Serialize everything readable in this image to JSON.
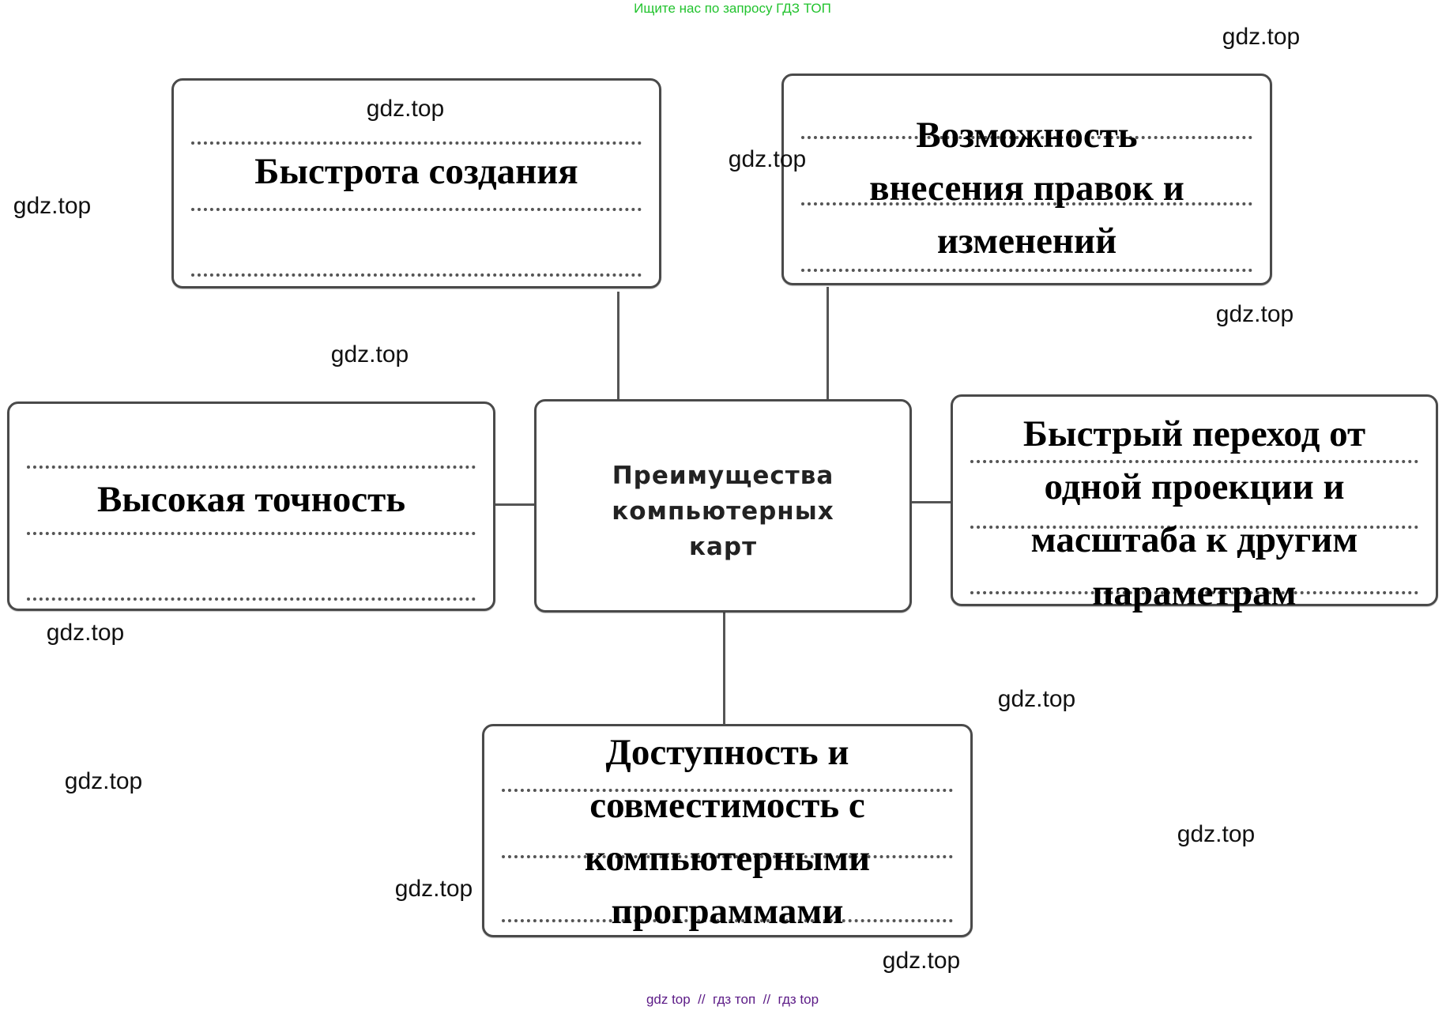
{
  "header": {
    "search_hint": "Ищите нас по запросу ГДЗ ТОП"
  },
  "diagram": {
    "center": {
      "lines": [
        "Преимущества",
        "компьютерных",
        "карт"
      ]
    },
    "boxes": {
      "top_left": {
        "lines": [
          "Быстрота создания"
        ]
      },
      "top_right": {
        "lines": [
          "Возможность",
          "внесения правок и",
          "изменений"
        ]
      },
      "left": {
        "lines": [
          "Высокая точность"
        ]
      },
      "right": {
        "lines": [
          "Быстрый переход от",
          "одной проекции и",
          "масштаба к другим",
          "параметрам"
        ]
      },
      "bottom": {
        "lines": [
          "Доступность и",
          "совместимость с",
          "компьютерными",
          "программами"
        ]
      }
    }
  },
  "watermarks": [
    "gdz.top",
    "gdz.top",
    "gdz.top",
    "gdz.top",
    "gdz.top",
    "gdz.top",
    "gdz.top",
    "gdz.top",
    "gdz.top",
    "gdz.top",
    "gdz.top",
    "gdz.top"
  ],
  "footer": {
    "text": "gdz top  //  гдз топ  //  гдз top"
  }
}
